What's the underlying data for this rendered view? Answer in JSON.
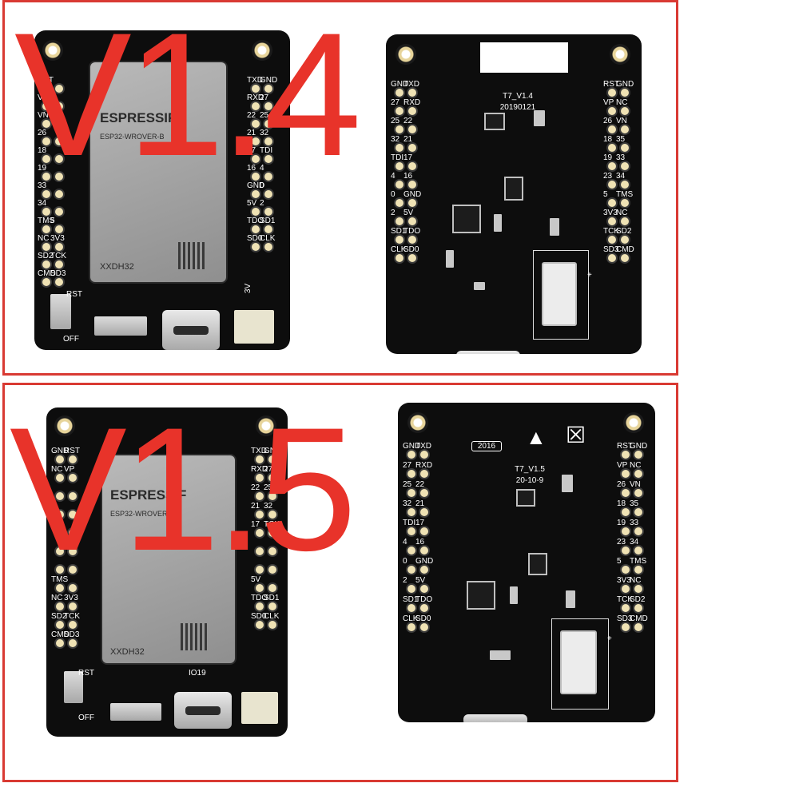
{
  "top_panel": {
    "version_label": "V1.4",
    "front": {
      "module_brand": "ESPRESSIF",
      "module_model": "ESP32-WROVER-B",
      "module_code": "XXDH32",
      "left_rows": [
        [
          "RST",
          ""
        ],
        [
          "VP",
          ""
        ],
        [
          "VN",
          ""
        ],
        [
          "26",
          ""
        ],
        [
          "18",
          ""
        ],
        [
          "19",
          ""
        ],
        [
          "33",
          ""
        ],
        [
          "34",
          ""
        ],
        [
          "TMS",
          "5"
        ],
        [
          "NC",
          "3V3"
        ],
        [
          "SD2",
          "TCK"
        ],
        [
          "CMD",
          "SD3"
        ]
      ],
      "right_rows": [
        [
          "TXD",
          "GND"
        ],
        [
          "RXD",
          "27"
        ],
        [
          "22",
          "25"
        ],
        [
          "21",
          "32"
        ],
        [
          "17",
          "TDI"
        ],
        [
          "16",
          "4"
        ],
        [
          "GND",
          "0"
        ],
        [
          "5V",
          "2"
        ],
        [
          "TDO",
          "SD1"
        ],
        [
          "SD0",
          "CLK"
        ]
      ],
      "rst_label": "RST",
      "off_label": "OFF",
      "vbat_label": "3V"
    },
    "back": {
      "board_name": "T7_V1.4",
      "board_date": "20190121",
      "left_rows": [
        [
          "GND",
          "TXD"
        ],
        [
          "27",
          "RXD"
        ],
        [
          "25",
          "22"
        ],
        [
          "32",
          "21"
        ],
        [
          "TDI",
          "17"
        ],
        [
          "4",
          "16"
        ],
        [
          "0",
          "GND"
        ],
        [
          "2",
          "5V"
        ],
        [
          "SD1",
          "TDO"
        ],
        [
          "CLK",
          "SD0"
        ]
      ],
      "right_rows": [
        [
          "RST",
          "GND"
        ],
        [
          "VP",
          "NC"
        ],
        [
          "26",
          "VN"
        ],
        [
          "18",
          "35"
        ],
        [
          "19",
          "33"
        ],
        [
          "23",
          "34"
        ],
        [
          "5",
          "TMS"
        ],
        [
          "3V3",
          "NC"
        ],
        [
          "TCK",
          "SD2"
        ],
        [
          "SD3",
          "CMD"
        ]
      ],
      "plus_label": "+"
    }
  },
  "bottom_panel": {
    "version_label": "V1.5",
    "front": {
      "module_brand": "ESPRESSIF",
      "module_model": "ESP32-WROVER-B",
      "module_code": "XXDH32",
      "left_rows": [
        [
          "GND",
          "RST"
        ],
        [
          "NC",
          "VP"
        ],
        [
          "",
          ""
        ],
        [
          "",
          ""
        ],
        [
          "",
          ""
        ],
        [
          "",
          ""
        ],
        [
          "",
          ""
        ],
        [
          "TMS",
          ""
        ],
        [
          "NC",
          "3V3"
        ],
        [
          "SD2",
          "TCK"
        ],
        [
          "CMD",
          "SD3"
        ]
      ],
      "right_rows": [
        [
          "TXD",
          "GND"
        ],
        [
          "RXD",
          "27"
        ],
        [
          "22",
          "25"
        ],
        [
          "21",
          "32"
        ],
        [
          "17",
          "TCK"
        ],
        [
          "",
          ""
        ],
        [
          "",
          ""
        ],
        [
          "5V",
          ""
        ],
        [
          "TDO",
          "SD1"
        ],
        [
          "SD0",
          "CLK"
        ]
      ],
      "rst_label": "RST",
      "off_label": "OFF",
      "io_label": "IO19"
    },
    "back": {
      "board_name": "T7_V1.5",
      "board_date": "20-10-9",
      "year_label": "2016",
      "left_rows": [
        [
          "GND",
          "TXD"
        ],
        [
          "27",
          "RXD"
        ],
        [
          "25",
          "22"
        ],
        [
          "32",
          "21"
        ],
        [
          "TDI",
          "17"
        ],
        [
          "4",
          "16"
        ],
        [
          "0",
          "GND"
        ],
        [
          "2",
          "5V"
        ],
        [
          "SD1",
          "TDO"
        ],
        [
          "CLK",
          "SD0"
        ]
      ],
      "right_rows": [
        [
          "RST",
          "GND"
        ],
        [
          "VP",
          "NC"
        ],
        [
          "26",
          "VN"
        ],
        [
          "18",
          "35"
        ],
        [
          "19",
          "33"
        ],
        [
          "23",
          "34"
        ],
        [
          "5",
          "TMS"
        ],
        [
          "3V3",
          "NC"
        ],
        [
          "TCK",
          "SD2"
        ],
        [
          "SD3",
          "CMD"
        ]
      ],
      "plus_label": "+"
    }
  },
  "colors": {
    "frame": "#d93a33",
    "version_text": "#e8332a",
    "pcb": "#0d0d0d"
  }
}
